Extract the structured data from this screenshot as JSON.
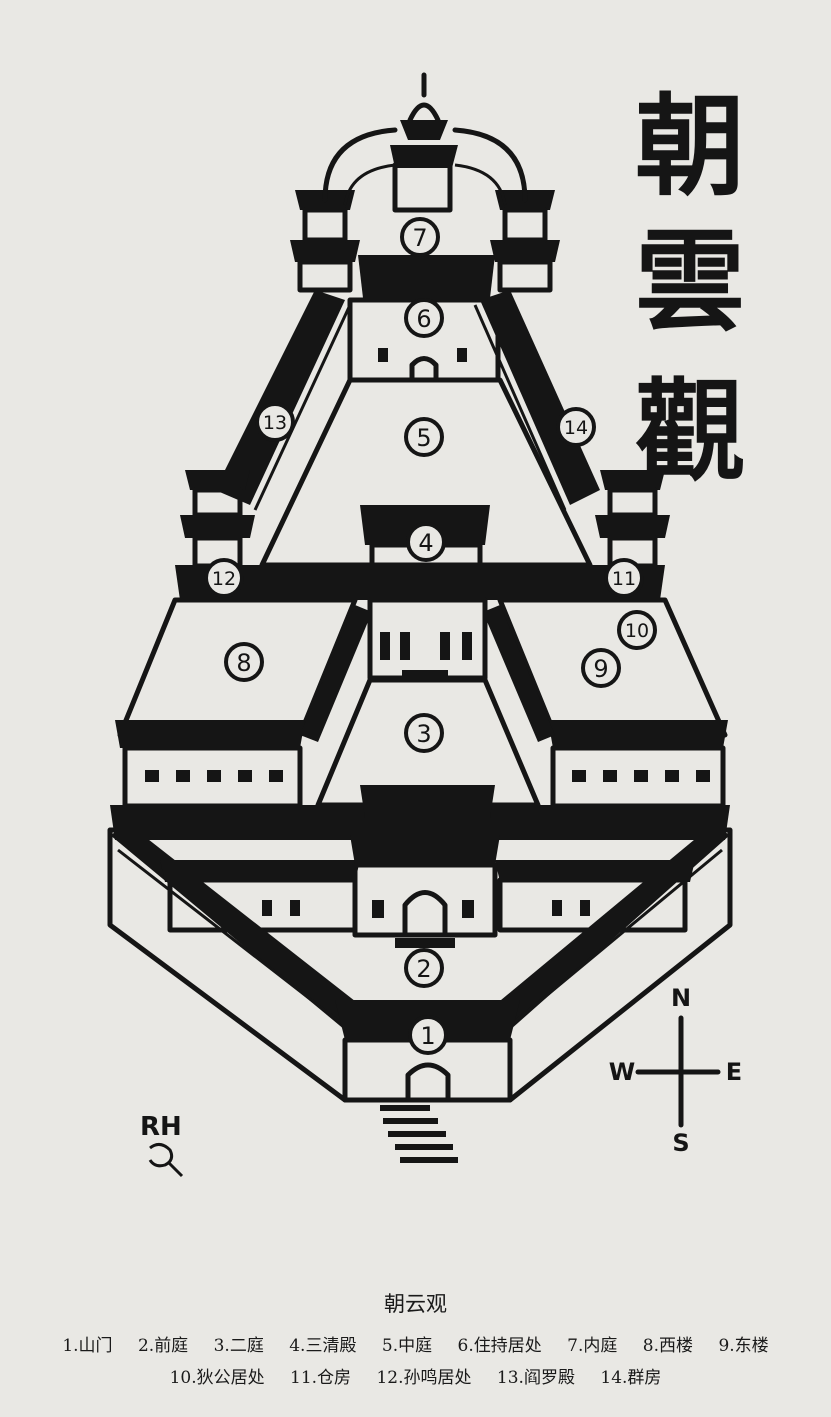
{
  "title_vertical": [
    "朝",
    "雲",
    "觀"
  ],
  "caption": "朝云观",
  "signature": "RH",
  "compass": {
    "n": "N",
    "e": "E",
    "s": "S",
    "w": "W"
  },
  "legend": [
    {
      "num": "1.",
      "label": "山门"
    },
    {
      "num": "2.",
      "label": "前庭"
    },
    {
      "num": "3.",
      "label": "二庭"
    },
    {
      "num": "4.",
      "label": "三清殿"
    },
    {
      "num": "5.",
      "label": "中庭"
    },
    {
      "num": "6.",
      "label": "住持居处"
    },
    {
      "num": "7.",
      "label": "内庭"
    },
    {
      "num": "8.",
      "label": "西楼"
    },
    {
      "num": "9.",
      "label": "东楼"
    },
    {
      "num": "10.",
      "label": "狄公居处"
    },
    {
      "num": "11.",
      "label": "仓房"
    },
    {
      "num": "12.",
      "label": "孙鸣居处"
    },
    {
      "num": "13.",
      "label": "阎罗殿"
    },
    {
      "num": "14.",
      "label": "群房"
    }
  ],
  "markers": [
    "1",
    "2",
    "3",
    "4",
    "5",
    "6",
    "7",
    "8",
    "9",
    "10",
    "11",
    "12",
    "13",
    "14"
  ]
}
